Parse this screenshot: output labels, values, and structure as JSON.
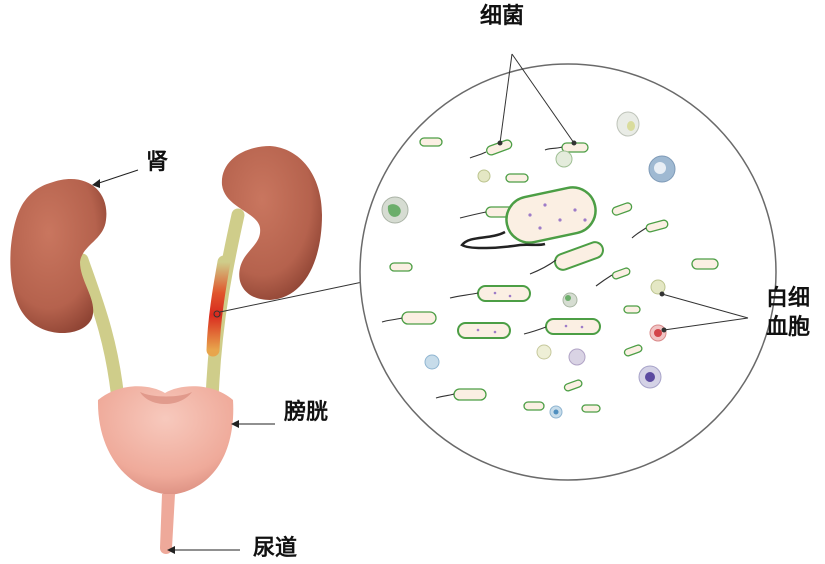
{
  "labels": {
    "kidney": "肾",
    "bladder": "膀胱",
    "urethra": "尿道",
    "bacteria": "细菌",
    "wbc_line1": "白细",
    "wbc_line2": "血胞"
  },
  "colors": {
    "kidney": "#b5624d",
    "kidney_dark": "#8f4434",
    "ureter": "#cfcd8a",
    "inflamed": "#d92a1e",
    "bladder": "#f1b2a4",
    "bladder_dark": "#d98c7e",
    "bacteria_fill": "#fbefe3",
    "bacteria_outline": "#4c9e45",
    "circle_stroke": "#6a6a6a"
  }
}
